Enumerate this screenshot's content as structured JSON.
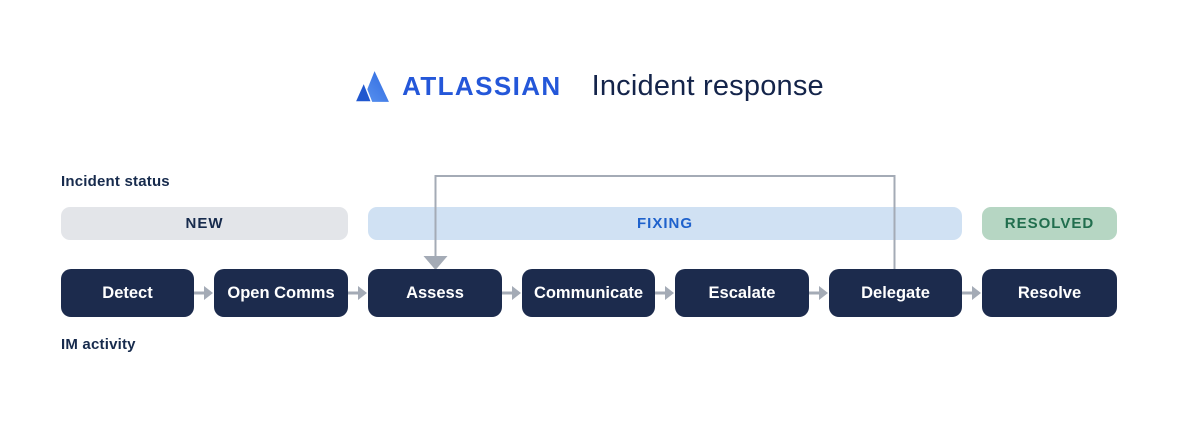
{
  "header": {
    "brand": "ATLASSIAN",
    "title": "Incident response"
  },
  "sections": {
    "incident_status_label": "Incident status",
    "im_activity_label": "IM activity"
  },
  "statuses": [
    {
      "label": "NEW",
      "bg": "#e3e5e9",
      "text_color": "#172b4d"
    },
    {
      "label": "FIXING",
      "bg": "#d0e1f3",
      "text_color": "#1f62cc"
    },
    {
      "label": "RESOLVED",
      "bg": "#b6d6c3",
      "text_color": "#216e4e"
    }
  ],
  "steps": [
    {
      "label": "Detect"
    },
    {
      "label": "Open Comms"
    },
    {
      "label": "Assess"
    },
    {
      "label": "Communicate"
    },
    {
      "label": "Escalate"
    },
    {
      "label": "Delegate"
    },
    {
      "label": "Resolve"
    }
  ],
  "connectors": {
    "forward_flow": "left-to-right arrows between each step",
    "loop_back": {
      "from": "Delegate",
      "to": "Assess"
    }
  },
  "colors": {
    "brand_blue": "#2457d9",
    "heading_navy": "#14244a",
    "step_box_bg": "#1c2b4d",
    "step_box_text": "#ffffff",
    "connector_gray": "#a4abb6"
  },
  "icons": {
    "logo": "atlassian-logo-icon"
  }
}
